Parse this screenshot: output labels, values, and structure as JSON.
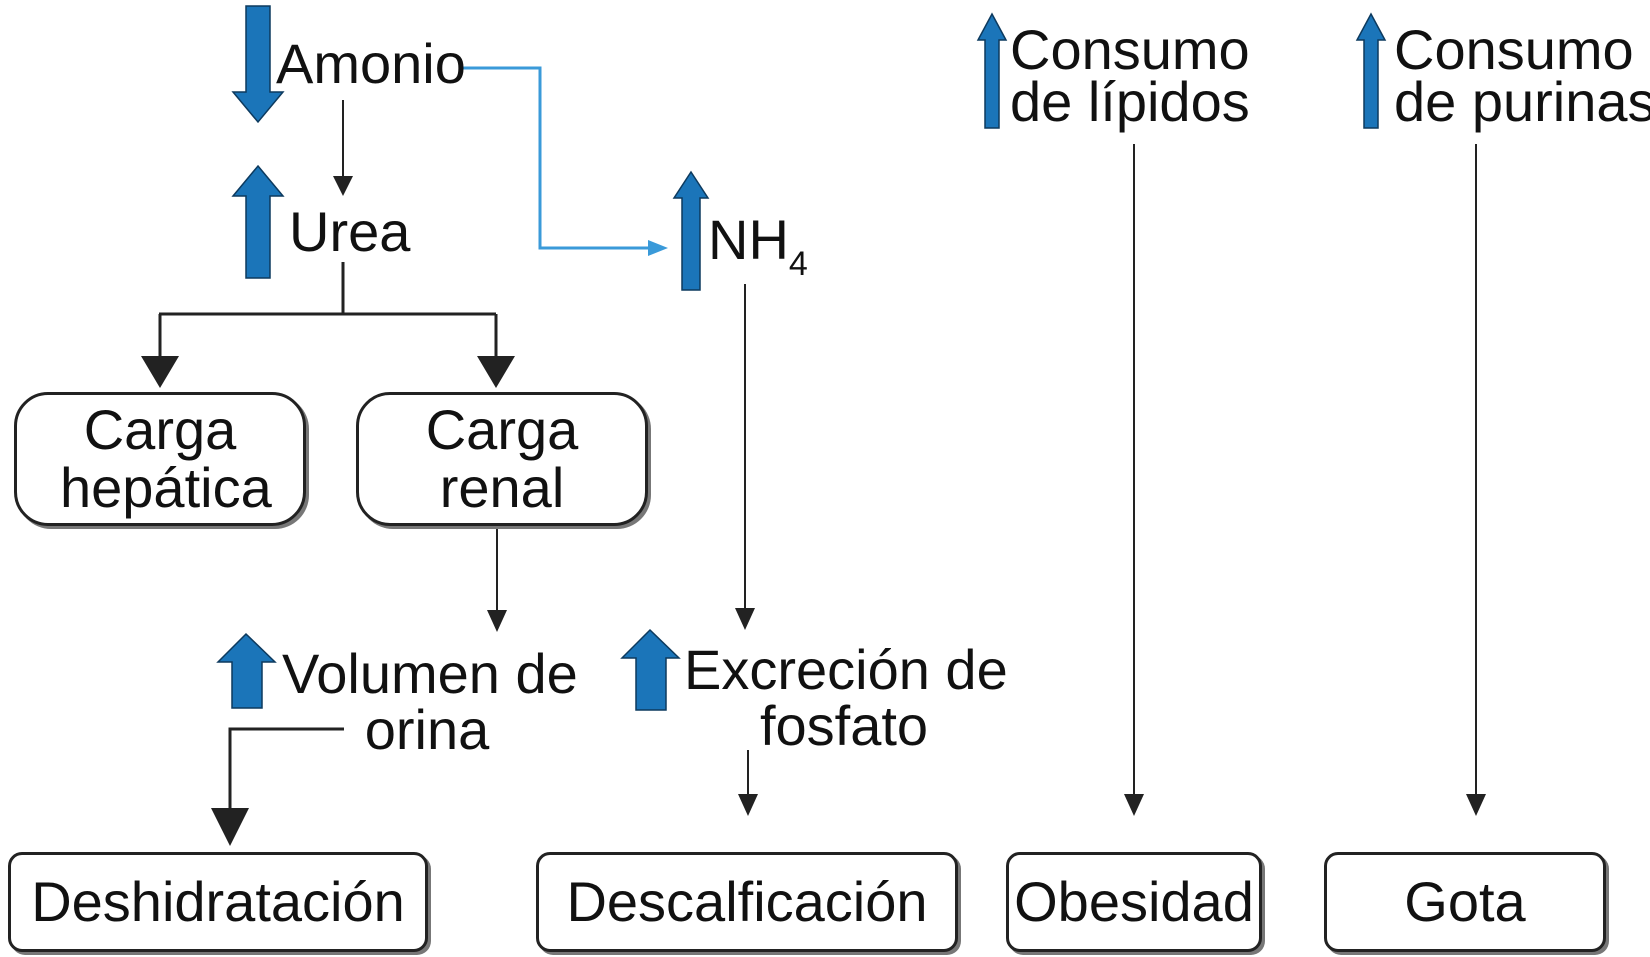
{
  "colors": {
    "up_down_arrow": "#1b75b9",
    "link_line": "#3a9ad9",
    "line": "#222222"
  },
  "icons": {
    "increase": "blue-up-arrow-icon",
    "decrease": "blue-down-arrow-icon"
  },
  "nodes": {
    "amonio": "Amonio",
    "urea": "Urea",
    "nh4_main": "NH",
    "nh4_sub": "4",
    "carga_hepatica": "Carga hepática",
    "carga_renal": "Carga renal",
    "volumen_orina_l1": "Volumen de",
    "volumen_orina_l2": "orina",
    "excrecion_fosfato_l1": "Excreción de",
    "excrecion_fosfato_l2": "fosfato",
    "consumo_lipidos_l1": "Consumo",
    "consumo_lipidos_l2": "de lípidos",
    "consumo_purinas_l1": "Consumo",
    "consumo_purinas_l2": "de purinas"
  },
  "outcomes": {
    "deshidratacion": "Deshidratación",
    "descalficacion": "Descalficación",
    "obesidad": "Obesidad",
    "gota": "Gota"
  }
}
